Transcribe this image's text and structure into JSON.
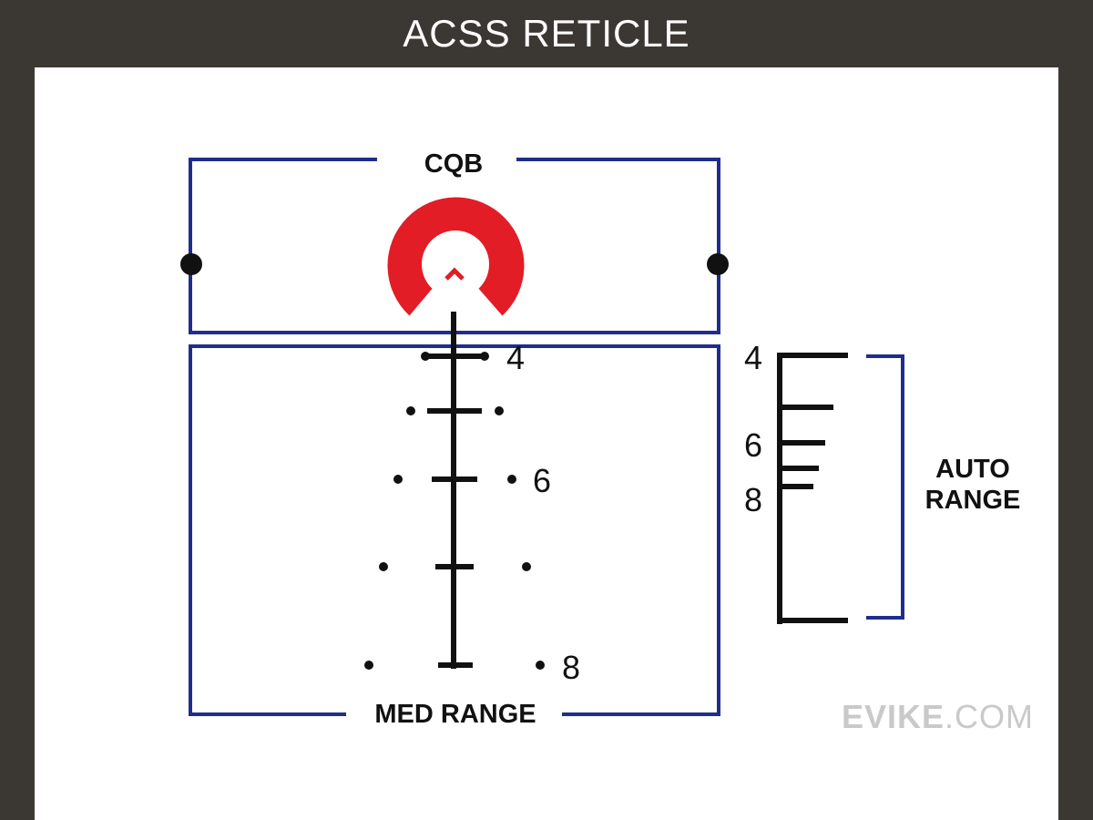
{
  "header": {
    "title": "ACSS RETICLE"
  },
  "sections": {
    "cqb": {
      "label": "CQB"
    },
    "med_range": {
      "label": "MED RANGE"
    },
    "auto_range": {
      "label_line1": "AUTO",
      "label_line2": "RANGE"
    }
  },
  "med_range_marks": [
    "4",
    "6",
    "8"
  ],
  "auto_range_marks": [
    "4",
    "6",
    "8"
  ],
  "watermark": {
    "brand": "EVIKE",
    "suffix": ".COM"
  },
  "colors": {
    "frame_blue": "#1f2e8a",
    "ring_red": "#e21d25",
    "reticle_black": "#111111",
    "header_bg": "#3b3833"
  }
}
